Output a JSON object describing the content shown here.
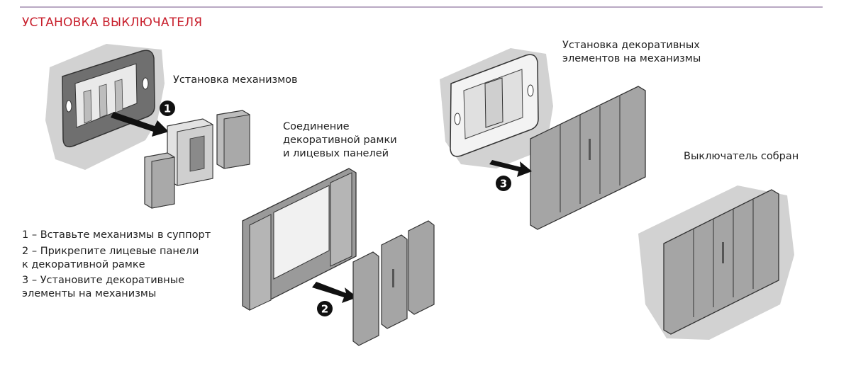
{
  "header": {
    "title": "УСТАНОВКА ВЫКЛЮЧАТЕЛЯ",
    "accent_color": "#c8202d",
    "rule_color": "#b9a9c3"
  },
  "captions": {
    "mechanisms": "Установка механизмов",
    "frame_panels": "Соединение\nдекоративной рамки\nи лицевых панелей",
    "decor": "Установка декоративных\nэлементов на механизмы",
    "assembled": "Выключатель собран"
  },
  "steps": [
    {
      "text": "1 – Вставьте механизмы в суппорт"
    },
    {
      "text": "2 – Прикрепите лицевые панели\n     к декоративной рамке"
    },
    {
      "text": "3 – Установите декоративные\n     элементы на механизмы"
    }
  ],
  "badges": [
    "1",
    "2",
    "3"
  ]
}
